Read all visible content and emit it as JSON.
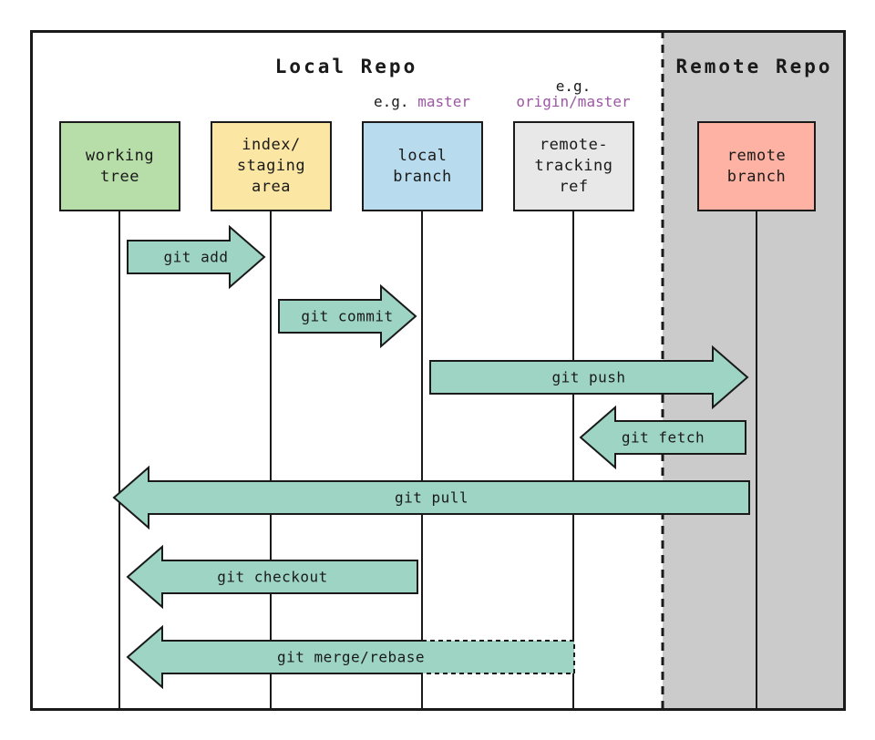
{
  "diagram": {
    "local_title": "Local Repo",
    "remote_title": "Remote Repo",
    "eg_local": {
      "prefix": "e.g.",
      "value": "master"
    },
    "eg_remote": {
      "prefix": "e.g.",
      "value": "origin/master"
    },
    "columns": [
      {
        "id": "working-tree",
        "label": "working\ntree",
        "color": "#b7dda8"
      },
      {
        "id": "index-staging",
        "label": "index/\nstaging\narea",
        "color": "#fbe7a3"
      },
      {
        "id": "local-branch",
        "label": "local\nbranch",
        "color": "#b8dcee"
      },
      {
        "id": "remote-tracking",
        "label": "remote-\ntracking\nref",
        "color": "#e8e8e8"
      },
      {
        "id": "remote-branch",
        "label": "remote\nbranch",
        "color": "#fdb2a4"
      }
    ],
    "arrows": [
      {
        "label": "git add",
        "from": "working tree",
        "to": "index/staging area",
        "direction": "right"
      },
      {
        "label": "git commit",
        "from": "index/staging area",
        "to": "local branch",
        "direction": "right"
      },
      {
        "label": "git push",
        "from": "local branch",
        "to": "remote branch",
        "direction": "right"
      },
      {
        "label": "git fetch",
        "from": "remote branch",
        "to": "remote-tracking ref",
        "direction": "left"
      },
      {
        "label": "git pull",
        "from": "remote branch",
        "to": "working tree",
        "direction": "left"
      },
      {
        "label": "git checkout",
        "from": "local branch",
        "to": "working tree",
        "direction": "left"
      },
      {
        "label": "git merge/rebase",
        "from": "remote-tracking ref",
        "to": "working tree",
        "direction": "left",
        "style": "dashed-source"
      }
    ],
    "colors": {
      "arrow": "#9dd4c3",
      "remote_bg": "#cbcbcb",
      "stroke": "#1a1a1a",
      "accent_purple": "#9b57a3"
    }
  }
}
